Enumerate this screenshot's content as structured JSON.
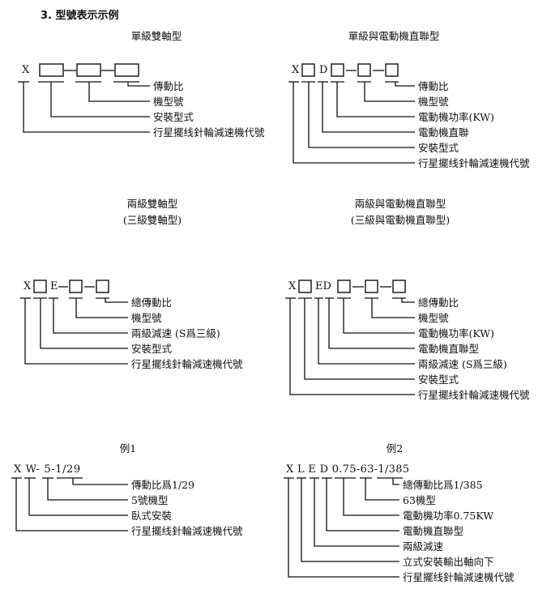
{
  "heading": "3. 型號表示示例",
  "diagrams": {
    "d1": {
      "title": "單級雙軸型",
      "code_x": "X",
      "labels": [
        "傳動比",
        "機型號",
        "安裝型式",
        "行星擺线針輪減速機代號"
      ]
    },
    "d2": {
      "title": "單級與電動機直聯型",
      "code_x": "X",
      "code_d": "D",
      "labels": [
        "傳動比",
        "機型號",
        "電動機功率(KW)",
        "電動機直聯",
        "安裝型式",
        "行星擺线針輪減速機代號"
      ]
    },
    "d3": {
      "title": "兩級雙軸型",
      "subtitle": "(三級雙軸型)",
      "code_x": "X",
      "code_e": "E",
      "labels": [
        "總傳動比",
        "機型號",
        "兩級減速 (S爲三級)",
        "安裝型式",
        "行星擺线針輪減速機代號"
      ]
    },
    "d4": {
      "title": "兩級與電動機直聯型",
      "subtitle": "(三級與電動機直聯型)",
      "code_x": "X",
      "code_ed": "ED",
      "labels": [
        "總傳動比",
        "機型號",
        "電動機功率(KW)",
        "電動機直聯型",
        "兩級減速 (S爲三級)",
        "安裝型式",
        "行星擺线針輪減速機代號"
      ]
    },
    "d5": {
      "title": "例1",
      "code": "X W- 5-1/29",
      "labels": [
        "傳動比爲1/29",
        "5號機型",
        "臥式安裝",
        "行星擺线針輪減速機代號"
      ]
    },
    "d6": {
      "title": "例2",
      "code": "X L E D 0.75-63-1/385",
      "labels": [
        "總傳動比爲1/385",
        "63機型",
        "電動機功率0.75KW",
        "電動機直聯型",
        "兩級減速",
        "立式安裝輸出軸向下",
        "行星擺线針輪減速機代號"
      ]
    }
  }
}
